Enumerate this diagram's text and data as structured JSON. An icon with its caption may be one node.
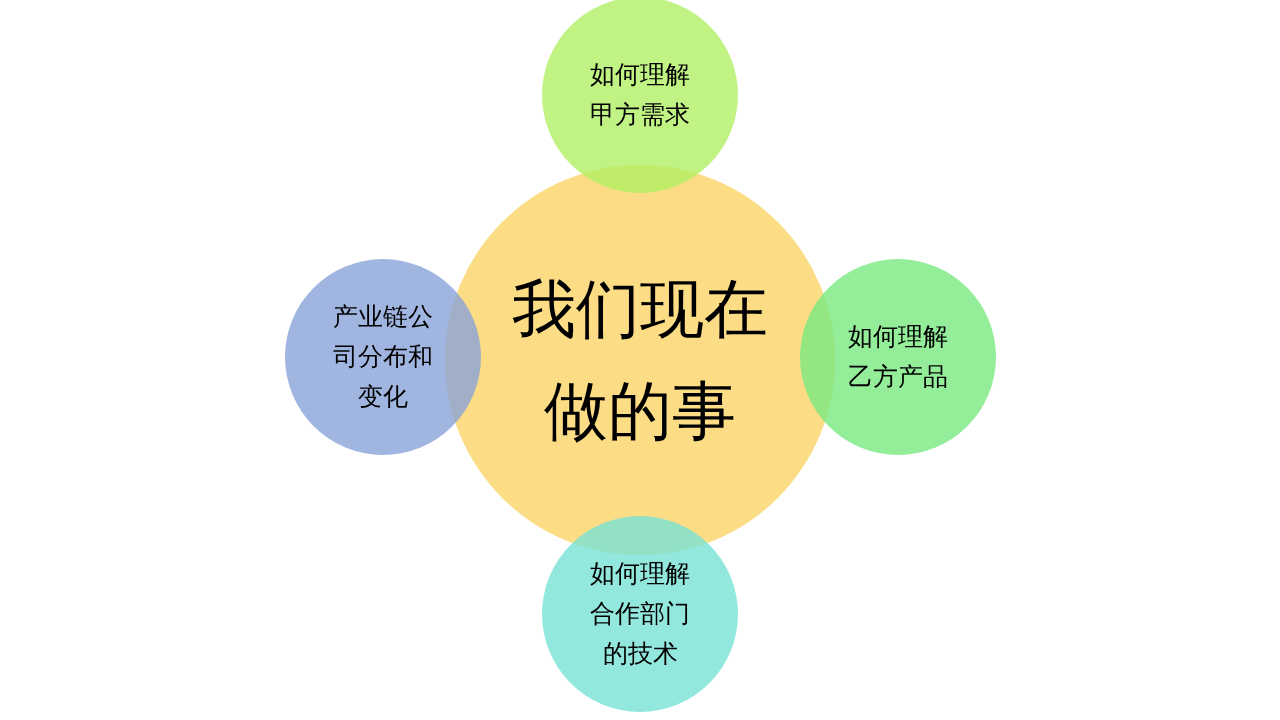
{
  "diagram": {
    "nodes": [
      {
        "text": [
          "如何理解甲方需求"
        ]
      },
      {
        "text": [
          "产业链公司分布和变化"
        ]
      },
      {
        "text": [
          "我们现在做的事"
        ]
      },
      {
        "text": [
          "如何理解乙方产品"
        ]
      },
      {
        "text": [
          "如何理解合作部门的技术"
        ]
      }
    ]
  }
}
